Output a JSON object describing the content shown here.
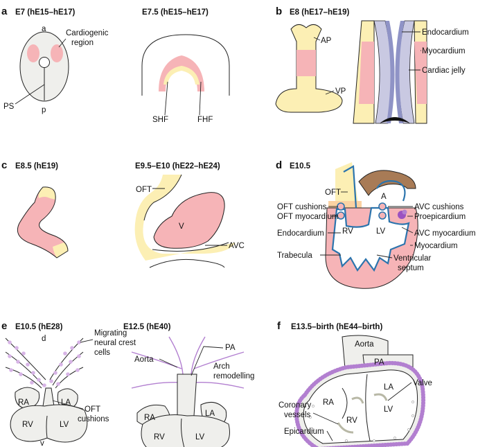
{
  "panels": {
    "a": {
      "letter": "a",
      "stage1": "E7 (hE15–hE17)",
      "stage2": "E7.5 (hE15–hE17)",
      "label_a": "a",
      "label_p": "p",
      "label_ps": "PS",
      "cardiogenic_line1": "Cardiogenic",
      "cardiogenic_line2": "region",
      "shf": "SHF",
      "fhf": "FHF"
    },
    "b": {
      "letter": "b",
      "stage": "E8 (hE17–hE19)",
      "ap": "AP",
      "vp": "VP",
      "endocardium": "Endocardium",
      "myocardium": "Myocardium",
      "cardiac_jelly": "Cardiac jelly"
    },
    "c": {
      "letter": "c",
      "stage1": "E8.5 (hE19)",
      "stage2": "E9.5–E10 (hE22–hE24)",
      "oft": "OFT",
      "v": "V",
      "avc": "AVC"
    },
    "d": {
      "letter": "d",
      "stage": "E10.5",
      "oft": "OFT",
      "a": "A",
      "oft_cushions": "OFT cushions",
      "oft_myocardium": "OFT myocardium",
      "endocardium": "Endocardium",
      "rv": "RV",
      "lv": "LV",
      "trabecula": "Trabecula",
      "avc_cushions": "AVC cushions",
      "proepicardium": "Proepicardium",
      "avc_myocardium": "AVC myocardium",
      "myocardium": "Myocardium",
      "septum_line1": "Ventricular",
      "septum_line2": "septum"
    },
    "e": {
      "letter": "e",
      "stage1": "E10.5 (hE28)",
      "stage2": "E12.5 (hE40)",
      "d": "d",
      "v": "v",
      "ncc_line1": "Migrating",
      "ncc_line2": "neural crest",
      "ncc_line3": "cells",
      "ra": "RA",
      "la": "LA",
      "rv": "RV",
      "lv": "LV",
      "oft_line1": "OFT",
      "oft_line2": "cushions",
      "pa": "PA",
      "aorta": "Aorta",
      "arch_line1": "Arch",
      "arch_line2": "remodelling",
      "ra2": "RA",
      "la2": "LA",
      "rv2": "RV",
      "lv2": "LV"
    },
    "f": {
      "letter": "f",
      "stage": "E13.5–birth (hE44–birth)",
      "aorta": "Aorta",
      "pa": "PA",
      "ra": "RA",
      "la": "LA",
      "lv": "LV",
      "rv": "RV",
      "valve": "Valve",
      "coronary_line1": "Coronary",
      "coronary_line2": "vessels",
      "epicardium": "Epicardium"
    }
  }
}
